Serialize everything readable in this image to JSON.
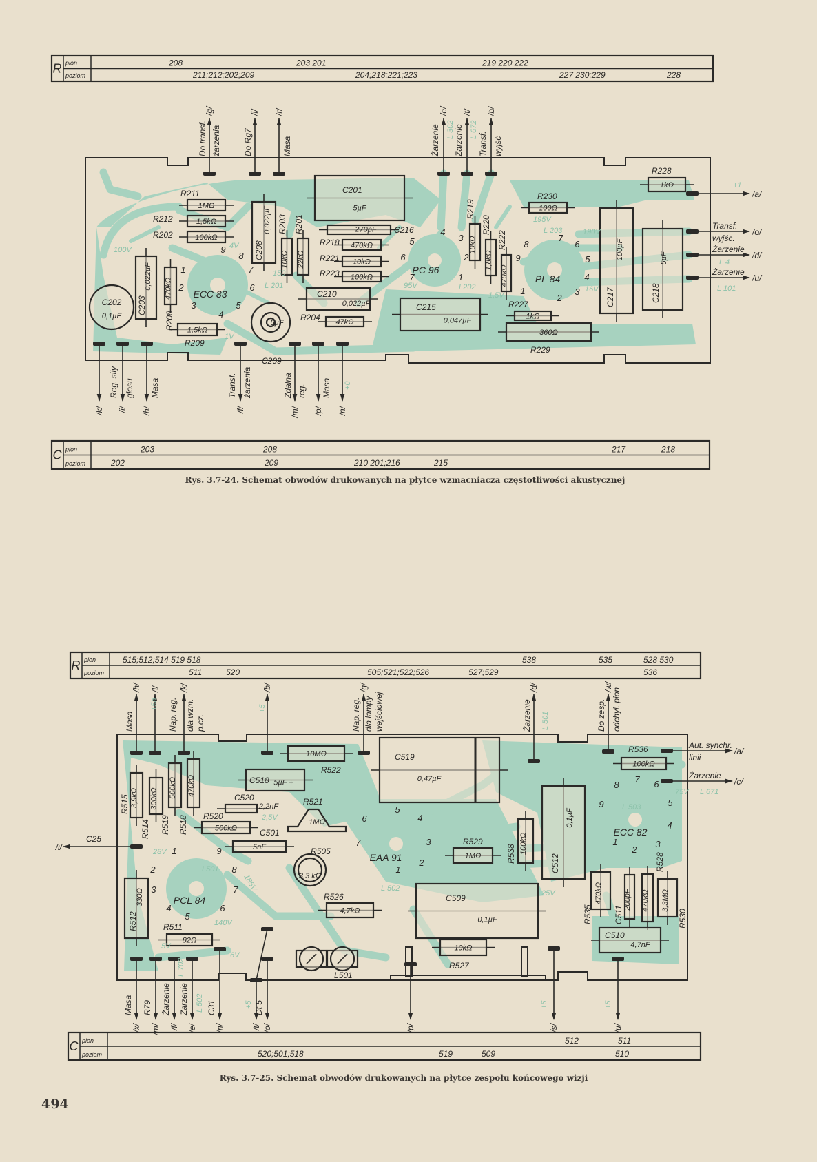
{
  "page_number": "494",
  "fig1": {
    "caption": "Rys. 3.7-24. Schemat obwodów drukowanych na płytce wzmacniacza częstotliwości akustycznej",
    "ruler_top": {
      "letter": "R",
      "row1": "pion",
      "row2": "poziom",
      "pion": [
        "208",
        "203 201",
        "219 220 222"
      ],
      "poziom": [
        "211;212;202;209",
        "204;218;221;223",
        "227 230;229",
        "228"
      ]
    },
    "ruler_bottom": {
      "letter": "C",
      "row1": "pion",
      "row2": "poziom",
      "pion": [
        "203",
        "208",
        "217",
        "218"
      ],
      "poziom": [
        "202",
        "209",
        "210 201;216",
        "215"
      ]
    },
    "components": [
      {
        "ref": "R211",
        "value": "1MΩ"
      },
      {
        "ref": "R212",
        "value": "1,5kΩ"
      },
      {
        "ref": "R202",
        "value": "100kΩ"
      },
      {
        "ref": "C208",
        "value": "0,022µF"
      },
      {
        "ref": "R203",
        "value": "10kΩ"
      },
      {
        "ref": "R201",
        "value": "22kΩ"
      },
      {
        "ref": "C201",
        "value": "5µF"
      },
      {
        "ref": "C216",
        "value": "270pF"
      },
      {
        "ref": "R218",
        "value": "470kΩ"
      },
      {
        "ref": "R221",
        "value": "10kΩ"
      },
      {
        "ref": "R223",
        "value": "100kΩ"
      },
      {
        "ref": "C210",
        "value": "0,022µF"
      },
      {
        "ref": "R204",
        "value": "47kΩ"
      },
      {
        "ref": "C203",
        "value": "0,022µF"
      },
      {
        "ref": "R208",
        "value": "470kΩ"
      },
      {
        "ref": "R209",
        "value": "1,5kΩ"
      },
      {
        "ref": "C215",
        "value": "0,047µF"
      },
      {
        "ref": "R219",
        "value": "10kΩ"
      },
      {
        "ref": "R220",
        "value": "1,8kΩ"
      },
      {
        "ref": "R222",
        "value": "470kΩ"
      },
      {
        "ref": "R230",
        "value": "100Ω"
      },
      {
        "ref": "R227",
        "value": "1kΩ"
      },
      {
        "ref": "R229",
        "value": "360Ω"
      },
      {
        "ref": "R228",
        "value": "1kΩ"
      },
      {
        "ref": "C217",
        "value": "100µF"
      },
      {
        "ref": "C218",
        "value": "5µF"
      }
    ],
    "round_components": [
      {
        "ref": "C202",
        "value": "0,1µF"
      },
      {
        "ref": "C209",
        "value": "5µF"
      }
    ],
    "tubes": [
      {
        "name": "ECC 83",
        "pins": [
          "1",
          "2",
          "3",
          "4",
          "5",
          "6",
          "7",
          "8",
          "9"
        ]
      },
      {
        "name": "PC 96",
        "pins": [
          "1",
          "2",
          "3",
          "4",
          "5",
          "6",
          "7"
        ]
      },
      {
        "name": "PL 84",
        "pins": [
          "1",
          "2",
          "3",
          "4",
          "5",
          "6",
          "7",
          "8",
          "9"
        ]
      }
    ],
    "connectors_top": [
      {
        "id": "/g/",
        "desc": [
          "Do transf.",
          "żarzenia"
        ]
      },
      {
        "id": "/l/",
        "desc": [
          "Do Rg7"
        ]
      },
      {
        "id": "/r/",
        "desc": [
          "Masa"
        ]
      },
      {
        "id": "/e/",
        "desc": [
          "Żarzenie"
        ]
      },
      {
        "id": "/t/",
        "desc": [
          "Żarzenie"
        ]
      },
      {
        "id": "/b/",
        "desc": [
          "Transf.",
          "wyjść"
        ]
      }
    ],
    "connectors_bottom": [
      {
        "id": "/k/",
        "desc": []
      },
      {
        "id": "/i/",
        "desc": [
          "Reg. siły",
          "głosu"
        ]
      },
      {
        "id": "/h/",
        "desc": [
          "Masa"
        ]
      },
      {
        "id": "/f/",
        "desc": [
          "Transf.",
          "żarzenia"
        ]
      },
      {
        "id": "/m/",
        "desc": [
          "Zdalna",
          "reg."
        ]
      },
      {
        "id": "/p/",
        "desc": [
          "Masa"
        ]
      },
      {
        "id": "/n/",
        "desc": []
      }
    ],
    "connectors_right": [
      {
        "id": "/a/",
        "desc": []
      },
      {
        "id": "/o/",
        "desc": [
          "Transf.",
          "wyjśc."
        ]
      },
      {
        "id": "/d/",
        "desc": [
          "Żarzenie"
        ]
      },
      {
        "id": "/u/",
        "desc": [
          "Żarzenie"
        ]
      }
    ],
    "annotations": [
      "100V",
      "4V",
      "150",
      "L 201",
      "1V",
      "95V",
      "L202",
      "1,5V",
      "195V",
      "L 203",
      "190V",
      "16V",
      "L 4",
      "L 101",
      "L 302",
      "L 672",
      "+1",
      "+0"
    ]
  },
  "fig2": {
    "caption": "Rys. 3.7-25. Schemat obwodów drukowanych na płytce zespołu końcowego wizji",
    "ruler_top": {
      "letter": "R",
      "row1": "pion",
      "row2": "poziom",
      "pion": [
        "515;512;514 519 518",
        "538",
        "535",
        "528 530"
      ],
      "poziom": [
        "511",
        "520",
        "505;521;522;526",
        "527;529",
        "536"
      ]
    },
    "ruler_bottom": {
      "letter": "C",
      "row1": "pion",
      "row2": "poziom",
      "pion": [
        "512",
        "511"
      ],
      "poziom": [
        "520;501;518",
        "519",
        "509",
        "510"
      ]
    },
    "components": [
      {
        "ref": "R515",
        "value": "3,9kΩ"
      },
      {
        "ref": "R514",
        "value": "300kΩ"
      },
      {
        "ref": "R519",
        "value": "500kΩ"
      },
      {
        "ref": "R518",
        "value": "470kΩ"
      },
      {
        "ref": "R522",
        "value": "10MΩ"
      },
      {
        "ref": "C518",
        "value": "5µF +"
      },
      {
        "ref": "C520",
        "value": "2,2nF"
      },
      {
        "ref": "R520",
        "value": "500kΩ"
      },
      {
        "ref": "C501",
        "value": "5nF"
      },
      {
        "ref": "R512",
        "value": "330Ω"
      },
      {
        "ref": "R511",
        "value": "82Ω"
      },
      {
        "ref": "R526",
        "value": "4,7kΩ"
      },
      {
        "ref": "C519",
        "value": "0,47µF"
      },
      {
        "ref": "R536",
        "value": "100kΩ"
      },
      {
        "ref": "C512",
        "value": "0,1µF"
      },
      {
        "ref": "R538",
        "value": "100kΩ"
      },
      {
        "ref": "R529",
        "value": "1MΩ"
      },
      {
        "ref": "C509",
        "value": "0,1µF"
      },
      {
        "ref": "R527",
        "value": "10kΩ"
      },
      {
        "ref": "R535",
        "value": "470kΩ"
      },
      {
        "ref": "C511",
        "value": "200pF"
      },
      {
        "ref": "R528",
        "value": "470kΩ"
      },
      {
        "ref": "R530",
        "value": "3,3MΩ"
      },
      {
        "ref": "C510",
        "value": "4,7nF"
      }
    ],
    "r521": {
      "ref": "R521",
      "value": "1MΩ"
    },
    "r505_label": "R505",
    "pot": {
      "value": "3,3 kΩ"
    },
    "l501_label": "L501",
    "tubes": [
      {
        "name": "PCL 84",
        "pins": [
          "1",
          "2",
          "3",
          "4",
          "5",
          "6",
          "7",
          "8",
          "9"
        ]
      },
      {
        "name": "EAA 91",
        "pins": [
          "1",
          "2",
          "3",
          "4",
          "5",
          "6",
          "7"
        ]
      },
      {
        "name": "ECC 82",
        "pins": [
          "1",
          "2",
          "3",
          "4",
          "5",
          "6",
          "7",
          "8",
          "9"
        ]
      }
    ],
    "connectors_top": [
      {
        "id": "/h/",
        "desc": [
          "Masa"
        ]
      },
      {
        "id": "/l/",
        "desc": []
      },
      {
        "id": "/k/",
        "desc": [
          "Nap. reg.",
          "dla wzm.",
          "p.cz."
        ]
      },
      {
        "id": "/b/",
        "desc": []
      },
      {
        "id": "/g/",
        "desc": [
          "Nap. reg.",
          "dla lampy",
          "wejściowej"
        ]
      },
      {
        "id": "/d/",
        "desc": [
          "Żarzenie"
        ]
      },
      {
        "id": "/w/",
        "desc": [
          "Do zesp.",
          "odchyl. pion"
        ]
      }
    ],
    "connectors_right": [
      {
        "id": "/a/",
        "desc": [
          "Aut. synchr.",
          "linii"
        ]
      },
      {
        "id": "/c/",
        "desc": [
          "Żarzenie"
        ]
      }
    ],
    "connector_left": {
      "id": "/i/",
      "desc": [
        "C25"
      ]
    },
    "connectors_bottom": [
      {
        "id": "/x/",
        "desc": [
          "Masa"
        ]
      },
      {
        "id": "/m/",
        "desc": [
          "R79"
        ]
      },
      {
        "id": "/f/",
        "desc": [
          "Żarzenie"
        ]
      },
      {
        "id": "/e/",
        "desc": [
          "Żarzenie"
        ]
      },
      {
        "id": "/n/",
        "desc": [
          "C31"
        ]
      },
      {
        "id": "/t/",
        "desc": []
      },
      {
        "id": "/o/",
        "desc": [
          "Dt 5"
        ]
      },
      {
        "id": "/p/",
        "desc": []
      },
      {
        "id": "/s/",
        "desc": []
      },
      {
        "id": "/u/",
        "desc": []
      }
    ],
    "annotations": [
      "+5a",
      "+5",
      "2,5V",
      "28V",
      "L501",
      "185V",
      "140V",
      "5V",
      "6V",
      "L 502",
      "L 501",
      "75V",
      "L 671",
      "L 503",
      "25V",
      "L 702",
      "L 502",
      "+5",
      "+6",
      "+5"
    ]
  }
}
